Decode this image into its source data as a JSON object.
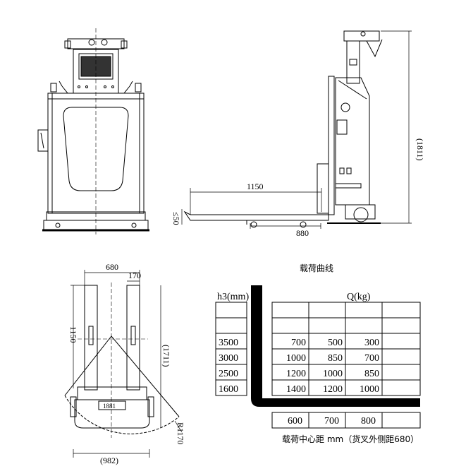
{
  "side_view": {
    "dim_length": "1150",
    "dim_height_total": "(1811)",
    "dim_fork_height": "≤50",
    "dim_wheelbase": "880"
  },
  "top_view": {
    "dim_width": "680",
    "dim_offset": "170",
    "dim_fork_length": "1150",
    "dim_total_length": "(1711)",
    "dim_overall_width": "(982)",
    "dim_turn_radius": "R1170",
    "display_text": "1881"
  },
  "load_chart": {
    "title": "载荷曲线",
    "h3_label": "h3(mm)",
    "q_label": "Q(kg)",
    "rows": [
      {
        "h3": "3500",
        "values": [
          "700",
          "500",
          "300"
        ]
      },
      {
        "h3": "3000",
        "values": [
          "1000",
          "850",
          "700"
        ]
      },
      {
        "h3": "2500",
        "values": [
          "1200",
          "1000",
          "850"
        ]
      },
      {
        "h3": "1600",
        "values": [
          "1400",
          "1200",
          "1000"
        ]
      }
    ],
    "centers": [
      "600",
      "700",
      "800"
    ],
    "footer": "载荷中心距 mm（货叉外侧距680）"
  }
}
